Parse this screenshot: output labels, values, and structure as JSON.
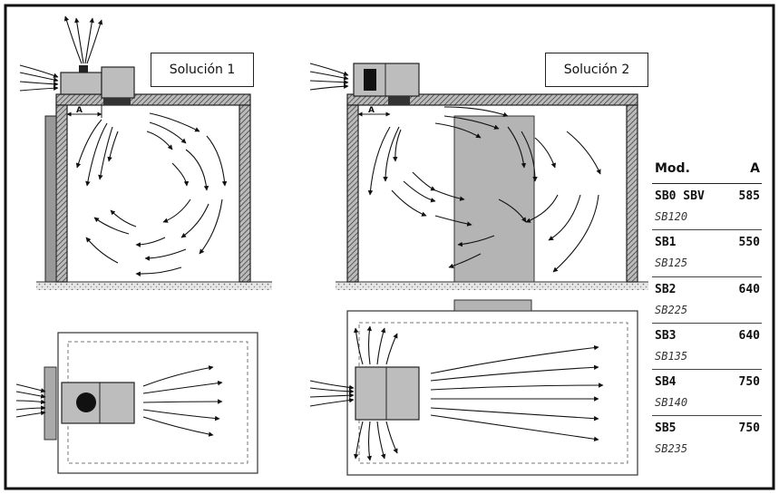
{
  "labels": {
    "solution1": "Solución 1",
    "solution2": "Solución 2",
    "dimension": "A"
  },
  "table": {
    "header_model": "Mod.",
    "header_value": "A",
    "rows": [
      {
        "model": "SB0 SBV",
        "sub": "SB120",
        "value": "585"
      },
      {
        "model": "SB1",
        "sub": "SB125",
        "value": "550"
      },
      {
        "model": "SB2",
        "sub": "SB225",
        "value": "640"
      },
      {
        "model": "SB3",
        "sub": "SB135",
        "value": "640"
      },
      {
        "model": "SB4",
        "sub": "SB140",
        "value": "750"
      },
      {
        "model": "SB5",
        "sub": "SB235",
        "value": "750"
      }
    ]
  },
  "colors": {
    "frame": "#111111",
    "wall": "#8a8a8a",
    "unit": "#bdbdbd",
    "shelf": "#b4b4b4",
    "arrow": "#111111"
  }
}
